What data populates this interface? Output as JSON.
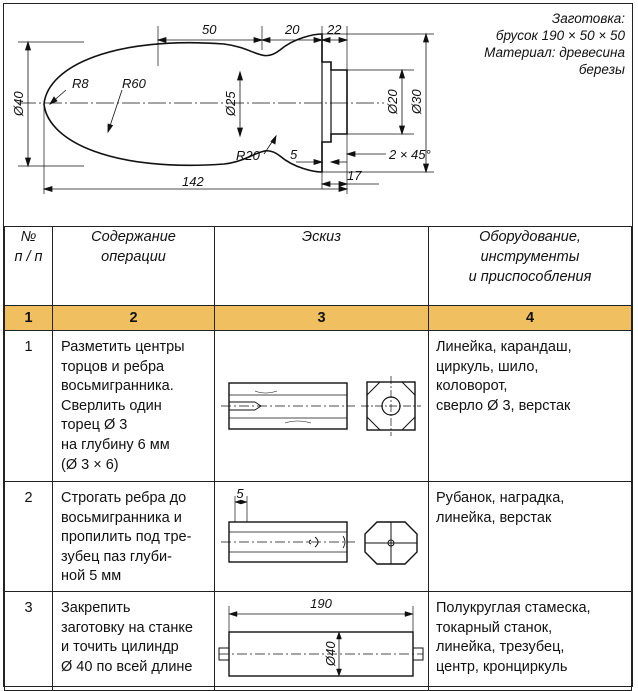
{
  "material_note": {
    "blank_label": "Заготовка:",
    "blank_value": "брусок 190 × 50 × 50",
    "material_label": "Материал: древесина",
    "material_value": "березы"
  },
  "drawing": {
    "dims": {
      "len_50": "50",
      "len_20": "20",
      "len_22": "22",
      "dia_40": "Ø40",
      "r8": "R8",
      "r60": "R60",
      "dia_25": "Ø25",
      "dia_20": "Ø20",
      "dia_30": "Ø30",
      "r20": "R20",
      "len_5": "5",
      "chamfer": "2 × 45°",
      "len_142": "142",
      "len_17": "17"
    }
  },
  "table": {
    "headers": {
      "num": [
        "№",
        "п / п"
      ],
      "content": [
        "Содержание",
        "операции"
      ],
      "sketch": [
        "Эскиз"
      ],
      "equipment": [
        "Оборудование,",
        "инструменты",
        "и приспособления"
      ]
    },
    "column_numbers": [
      "1",
      "2",
      "3",
      "4"
    ],
    "rows": [
      {
        "num": "1",
        "content": [
          "Разметить центры",
          "торцов и ребра",
          "восьмигранника.",
          "Сверлить один",
          "торец Ø 3",
          "на глубину 6 мм",
          "(Ø 3 × 6)"
        ],
        "equipment": [
          "Линейка, карандаш,",
          "циркуль, шило,",
          "коловорот,",
          "сверло Ø 3, верстак"
        ]
      },
      {
        "num": "2",
        "content": [
          "Строгать ребра до",
          "восьмигранника и",
          "пропилить под тре-",
          "зубец паз глуби-",
          "ной 5 мм"
        ],
        "equipment": [
          "Рубанок, наградка,",
          "линейка, верстак"
        ],
        "sketch_dim": "5"
      },
      {
        "num": "3",
        "content": [
          "Закрепить",
          "заготовку на станке",
          "и точить цилиндр",
          "Ø 40 по всей длине"
        ],
        "equipment": [
          "Полукруглая стамеска,",
          "токарный станок,",
          "линейка, трезубец,",
          "центр, кронциркуль"
        ],
        "sketch_dims": {
          "length": "190",
          "diameter": "Ø40"
        }
      }
    ]
  }
}
